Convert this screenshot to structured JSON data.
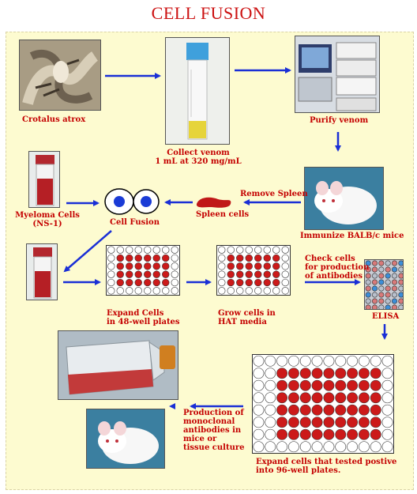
{
  "title": "CELL FUSION",
  "labels": {
    "crotalus": "Crotalus atrox",
    "collect_venom_1": "Collect venom",
    "collect_venom_2": "1 mL at 320 mg/mL",
    "purify_venom": "Purify venom",
    "immunize": "Immunize BALB/c mice",
    "remove_spleen": "Remove Spleen",
    "spleen_cells": "Spleen cells",
    "cell_fusion": "Cell Fusion",
    "myeloma_1": "Myeloma Cells",
    "myeloma_2": "(NS-1)",
    "expand_1": "Expand Cells",
    "expand_2": "in 48-well plates",
    "grow_1": "Grow cells in",
    "grow_2": "HAT media",
    "check_1": "Check cells",
    "check_2": "for production",
    "check_3": "of antibodies",
    "elisa": "ELISA",
    "production_1": "Production of",
    "production_2": "monoclonal",
    "production_3": "antibodies in",
    "production_4": "mice or",
    "production_5": "tissue culture",
    "expand96_1": "Expand cells that tested postive",
    "expand96_2": "into 96-well plates."
  },
  "colors": {
    "title": "#cc1111",
    "label": "#c40000",
    "arrow": "#1a2fd6",
    "panel": "#fdfbd0",
    "well_filled": "#cc1a1a",
    "well_empty": "#ffffff"
  },
  "icons": {
    "snake": "snake-photo",
    "tube": "venom-tube-photo",
    "hplc": "hplc-instrument-photo",
    "mouse": "white-mouse-photo",
    "flask": "culture-flask-photo"
  }
}
